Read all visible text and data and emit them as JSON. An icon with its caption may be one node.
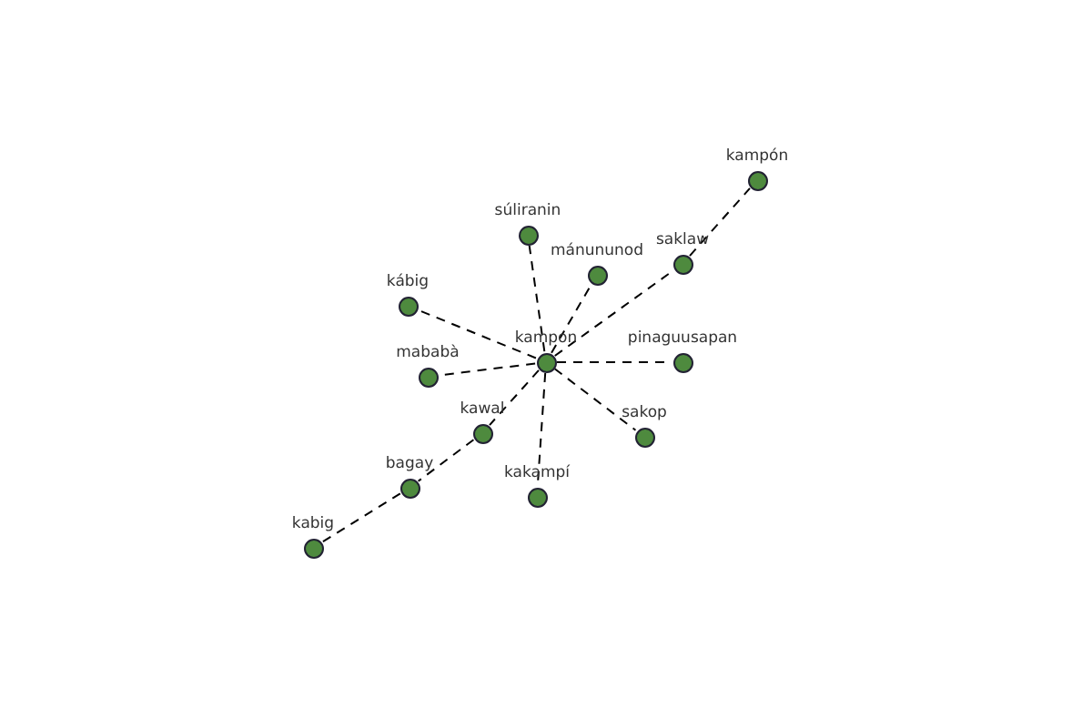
{
  "diagram": {
    "nodes": [
      {
        "text": [
          "kampón"
        ]
      },
      {
        "text": [
          "súliranin"
        ]
      },
      {
        "text": [
          "mánununod"
        ]
      },
      {
        "text": [
          "saklaw"
        ]
      },
      {
        "text": [
          "kábig"
        ]
      },
      {
        "text": [
          "kampon"
        ]
      },
      {
        "text": [
          "pinaguusapan"
        ]
      },
      {
        "text": [
          "mababà"
        ]
      },
      {
        "text": [
          "kawal"
        ]
      },
      {
        "text": [
          "sakop"
        ]
      },
      {
        "text": [
          "bagay"
        ]
      },
      {
        "text": [
          "kakampí"
        ]
      },
      {
        "text": [
          "kabig"
        ]
      }
    ],
    "edges": [
      {
        "from": 5,
        "to": 1,
        "arrow": "none",
        "style": "dashed"
      },
      {
        "from": 5,
        "to": 2,
        "arrow": "none",
        "style": "dashed"
      },
      {
        "from": 5,
        "to": 3,
        "arrow": "none",
        "style": "dashed"
      },
      {
        "from": 3,
        "to": 0,
        "arrow": "none",
        "style": "dashed"
      },
      {
        "from": 5,
        "to": 4,
        "arrow": "none",
        "style": "dashed"
      },
      {
        "from": 5,
        "to": 6,
        "arrow": "none",
        "style": "dashed"
      },
      {
        "from": 5,
        "to": 7,
        "arrow": "none",
        "style": "dashed"
      },
      {
        "from": 5,
        "to": 8,
        "arrow": "none",
        "style": "dashed"
      },
      {
        "from": 5,
        "to": 9,
        "arrow": "none",
        "style": "dashed"
      },
      {
        "from": 5,
        "to": 11,
        "arrow": "none",
        "style": "dashed"
      },
      {
        "from": 8,
        "to": 10,
        "arrow": "none",
        "style": "dashed"
      },
      {
        "from": 10,
        "to": 12,
        "arrow": "none",
        "style": "dashed"
      }
    ]
  }
}
